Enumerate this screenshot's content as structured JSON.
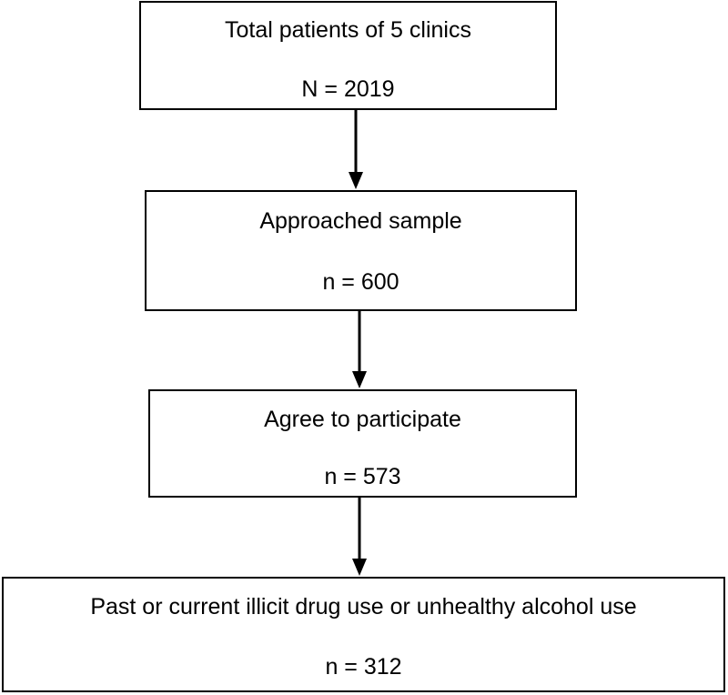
{
  "flowchart": {
    "steps": [
      {
        "label": "Total patients of 5 clinics",
        "count": "N = 2019"
      },
      {
        "label": "Approached sample",
        "count": "n = 600"
      },
      {
        "label": "Agree to participate",
        "count": "n = 573"
      },
      {
        "label": "Past or current illicit drug use or unhealthy alcohol use",
        "count": "n = 312"
      }
    ]
  },
  "colors": {
    "border": "#000000",
    "arrow": "#000000",
    "background": "#ffffff"
  }
}
